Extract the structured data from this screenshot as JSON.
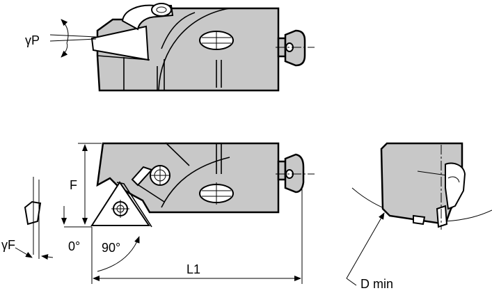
{
  "labels": {
    "rake_angle_p": "γP",
    "rake_angle_f": "γF",
    "height": "F",
    "length": "L1",
    "angle_zero": "0°",
    "angle_ninety": "90°",
    "diameter_min": "D min"
  },
  "colors": {
    "body": "#c8c8c8",
    "outline": "#000000",
    "background": "#ffffff"
  }
}
